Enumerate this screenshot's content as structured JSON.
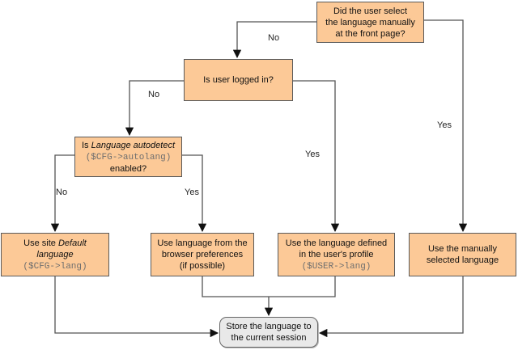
{
  "diagram": {
    "type": "flowchart",
    "colors": {
      "node_fill": "#FCC997",
      "node_border": "#5a5a5a",
      "terminal_fill": "#e9e9e9",
      "terminal_border": "#666666",
      "connector": "#555555",
      "arrowhead": "#111111",
      "code_text": "#6e6e6e"
    },
    "nodes": {
      "front_page": {
        "text": "Did the user select\nthe language manually\nat the front page?"
      },
      "logged_in": {
        "text": "Is user logged in?"
      },
      "autodetect": {
        "pre": "Is ",
        "em": "Language autodetect",
        "code": "($CFG->autolang)",
        "post": "enabled?"
      },
      "site_default": {
        "pre": "Use site ",
        "em": "Default language",
        "code": "($CFG->lang)"
      },
      "browser_pref": {
        "text": "Use language from the\nbrowser preferences\n(if possible)"
      },
      "user_profile": {
        "pre": "Use the language defined\nin the user's profile",
        "code": "($USER->lang)"
      },
      "manual_lang": {
        "text": "Use the manually\nselected language"
      },
      "store_session": {
        "text": "Store the language to\nthe current session"
      }
    },
    "edge_labels": {
      "no_front": "No",
      "no_logged": "No",
      "no_auto": "No",
      "yes_auto": "Yes",
      "yes_logged": "Yes",
      "yes_front": "Yes"
    }
  }
}
